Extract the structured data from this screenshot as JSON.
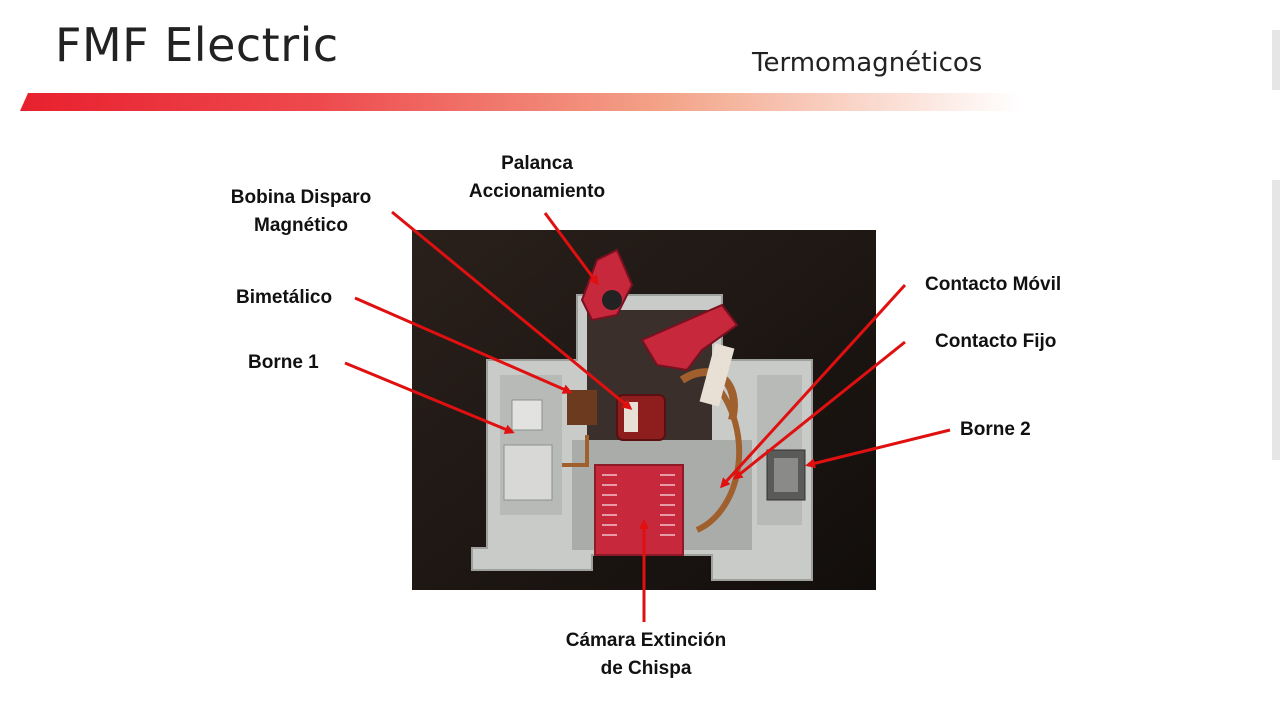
{
  "header": {
    "brand": "FMF Electric",
    "subtitle": "Termomagnéticos"
  },
  "labels": {
    "palanca_1": "Palanca",
    "palanca_2": "Accionamiento",
    "bobina_1": "Bobina Disparo",
    "bobina_2": "Magnético",
    "bimetalico": "Bimetálico",
    "borne1": "Borne 1",
    "contacto_movil": "Contacto Móvil",
    "contacto_fijo": "Contacto Fijo",
    "borne2": "Borne 2",
    "camara_1": "Cámara Extinción",
    "camara_2": "de Chispa"
  },
  "colors": {
    "arrow": "#e01010",
    "accent_red": "#e8202e",
    "part_red": "#c8283c",
    "housing_gray": "#c9cbc8"
  }
}
